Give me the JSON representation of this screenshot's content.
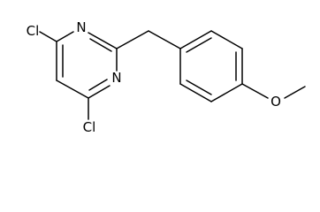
{
  "structure": {
    "atoms": {
      "cl_top": "Cl",
      "n_top": "N",
      "n_bottom": "N",
      "cl_bottom": "Cl",
      "o_methoxy": "O"
    }
  },
  "colors": {
    "bond": "#000000",
    "background": "#ffffff"
  }
}
